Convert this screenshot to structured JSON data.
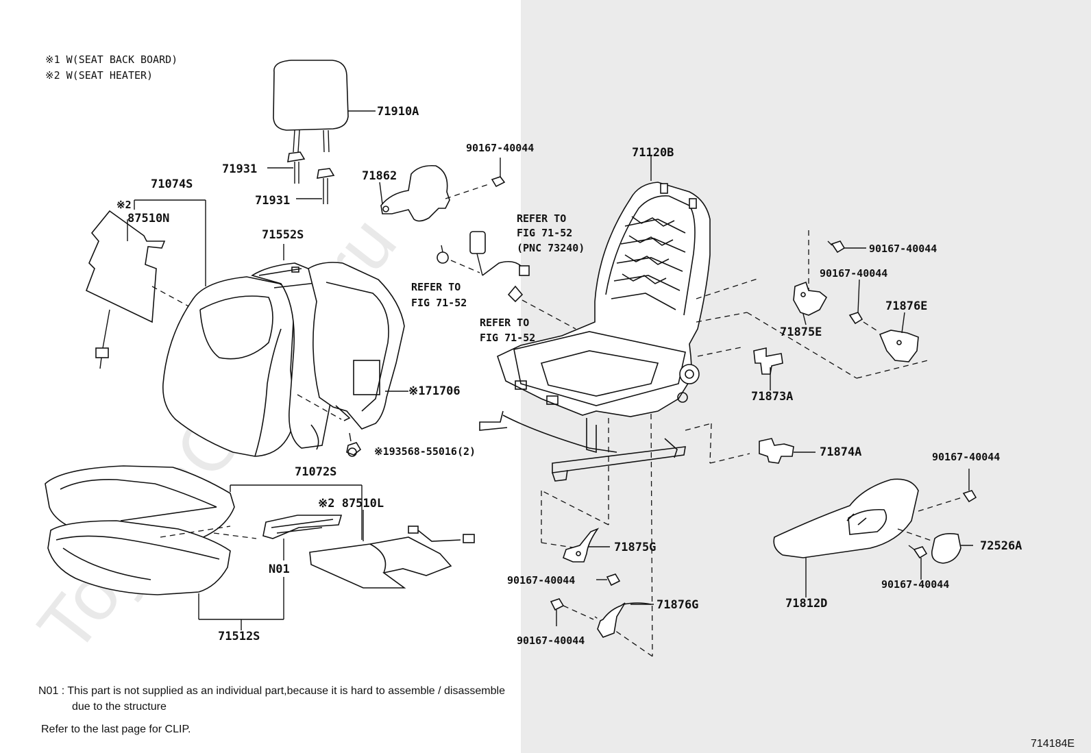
{
  "legend": {
    "item1": "※1 W(SEAT BACK BOARD)",
    "item2": "※2 W(SEAT HEATER)"
  },
  "watermark": "ToyotaCamry.ru",
  "callouts": {
    "p71910A": "71910A",
    "p90167_top": "90167-40044",
    "p71931a": "71931",
    "p71931b": "71931",
    "p71862": "71862",
    "p71120B": "71120B",
    "p71074S": "71074S",
    "p87510N_mark": "※2",
    "p87510N": "87510N",
    "p71552S": "71552S",
    "refer1_l1": "REFER TO",
    "refer1_l2": "FIG 71-52",
    "refer1_l3": "(PNC 73240)",
    "refer2_l1": "REFER TO",
    "refer2_l2": "FIG 71-52",
    "refer3_l1": "REFER TO",
    "refer3_l2": "FIG 71-52",
    "p90167_r1": "90167-40044",
    "p90167_r2": "90167-40044",
    "p71876E": "71876E",
    "p71875E": "71875E",
    "p71873A": "71873A",
    "p71706": "※171706",
    "p93568": "※193568-55016(2)",
    "p71874A": "71874A",
    "p90167_r3": "90167-40044",
    "p72526A": "72526A",
    "p71072S": "71072S",
    "p87510L": "※2 87510L",
    "p71875G": "71875G",
    "pN01": "N01",
    "p90167_m1": "90167-40044",
    "p71812D": "71812D",
    "p90167_r4": "90167-40044",
    "p71876G": "71876G",
    "p90167_m2": "90167-40044",
    "p71512S": "71512S"
  },
  "notes": {
    "n01_line1": "N01 : This part is not supplied as an individual part,because it is hard to assemble / disassemble",
    "n01_line2": "due to the structure",
    "clip": "Refer to the last page  for CLIP."
  },
  "figure_id": "714184E"
}
